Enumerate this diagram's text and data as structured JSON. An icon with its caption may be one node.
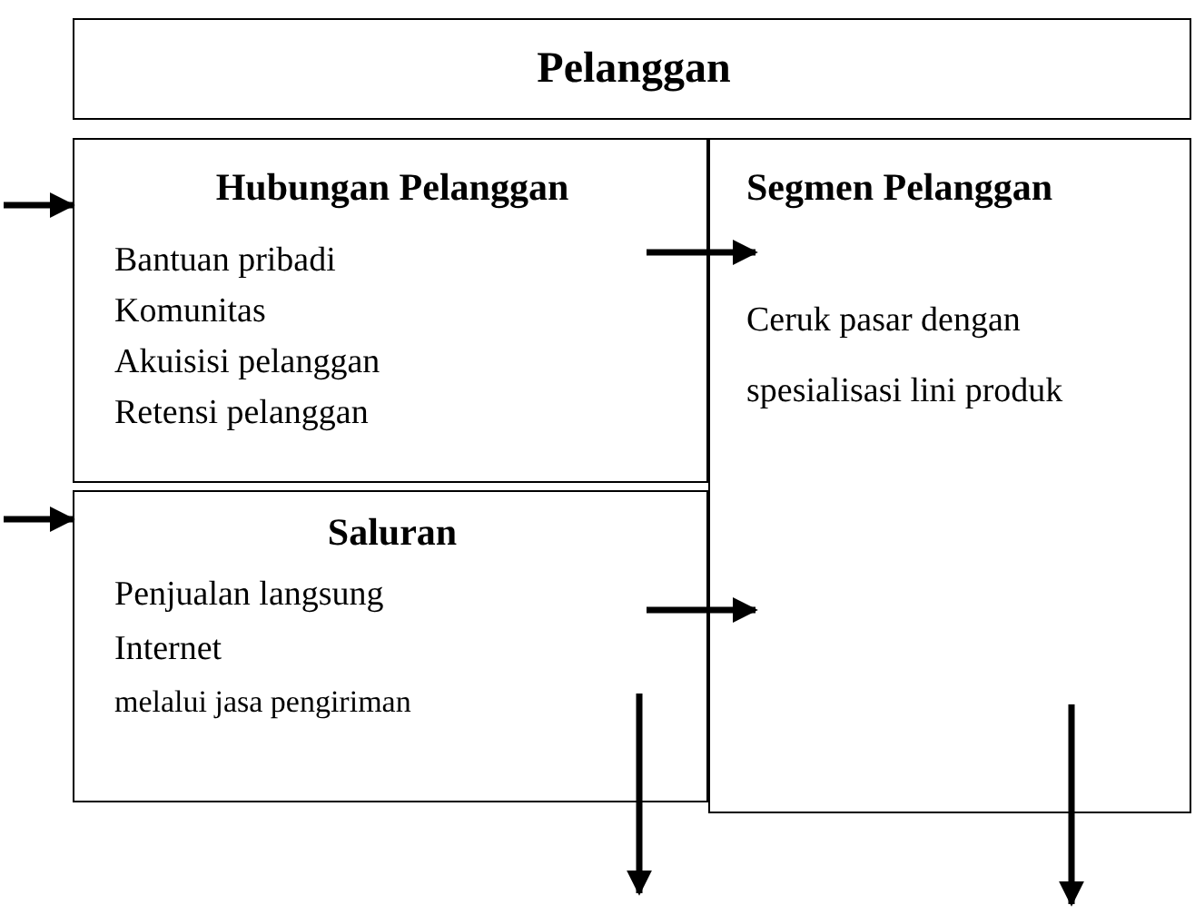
{
  "diagram": {
    "nodes": [
      {
        "text": [
          "Pelanggan"
        ]
      },
      {
        "text": [
          "Hubungan Pelanggan",
          "Bantuan pribadi",
          "Komunitas",
          "Akuisisi pelanggan",
          "Retensi pelanggan"
        ]
      },
      {
        "text": [
          "Saluran",
          "Penjualan langsung",
          "Internet",
          "melalui jasa pengiriman"
        ]
      },
      {
        "text": [
          "Segmen Pelanggan",
          "Ceruk pasar dengan spesialisasi lini produk"
        ]
      }
    ],
    "edges": [
      {
        "from": null,
        "to": 1,
        "arrow": "to"
      },
      {
        "from": 1,
        "to": 3,
        "arrow": "to"
      },
      {
        "from": null,
        "to": 2,
        "arrow": "to"
      },
      {
        "from": 2,
        "to": 3,
        "arrow": "to"
      },
      {
        "from": 2,
        "to": null,
        "arrow": "to"
      },
      {
        "from": 3,
        "to": null,
        "arrow": "to"
      }
    ]
  }
}
